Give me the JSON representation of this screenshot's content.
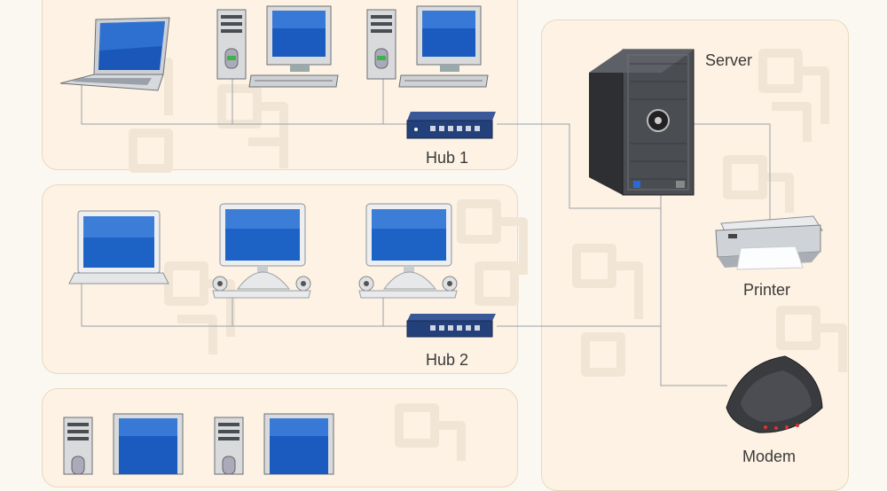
{
  "hubs": [
    {
      "label": "Hub 1"
    },
    {
      "label": "Hub 2"
    }
  ],
  "devices": {
    "server": "Server",
    "printer": "Printer",
    "modem": "Modem"
  }
}
